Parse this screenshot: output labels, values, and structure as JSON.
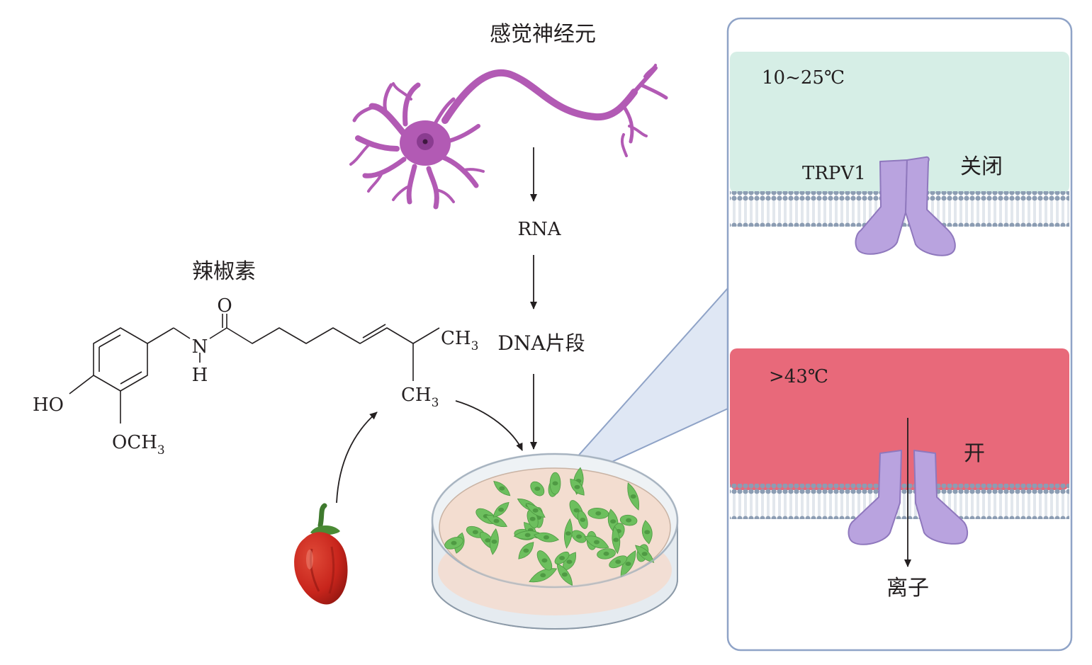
{
  "neuron": {
    "label": "感觉神经元"
  },
  "flow": {
    "rna": "RNA",
    "dna": "DNA片段"
  },
  "capsaicin": {
    "label": "辣椒素",
    "atoms": {
      "o": "O",
      "n": "N",
      "h": "H",
      "ho": "HO",
      "och3": "OCH",
      "ch3": "CH",
      "sub3": "3"
    }
  },
  "panel": {
    "cold": {
      "temp": "10~25℃",
      "channel": "TRPV1",
      "state": "关闭",
      "color": "#d6eee6"
    },
    "hot": {
      "temp": ">43℃",
      "state": "开",
      "ions": "离子",
      "color": "#e8697a"
    },
    "protein_color": "#b9a3df",
    "membrane_color": "#8c9db3",
    "border_color": "#8fa3c7"
  },
  "dish": {
    "cell_color": "#6dbf5e",
    "medium_color": "#f3ddd0"
  },
  "neuron_color": "#b25ab4",
  "pepper_color": "#c8251c"
}
